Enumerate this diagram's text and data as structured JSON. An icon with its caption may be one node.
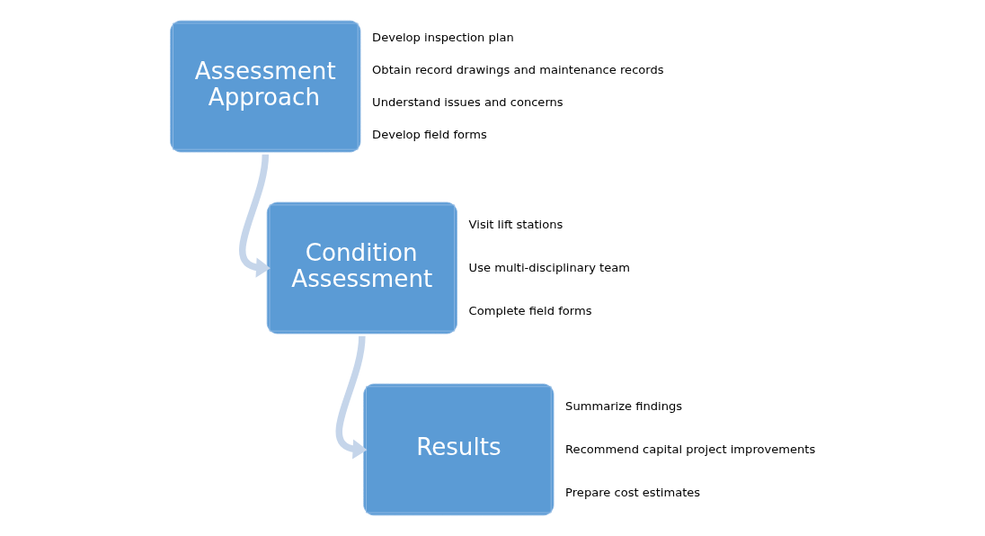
{
  "diagram": {
    "nodes": [
      {
        "text": [
          "Assessment Approach"
        ],
        "beside": [
          "Develop inspection plan",
          "Obtain record drawings and maintenance records",
          "Understand issues and concerns",
          "Develop field forms"
        ]
      },
      {
        "text": [
          "Condition Assessment"
        ],
        "beside": [
          "Visit lift stations",
          "Use multi-disciplinary team",
          "Complete field forms"
        ]
      },
      {
        "text": [
          "Results"
        ],
        "beside": [
          "Summarize findings",
          "Recommend capital project improvements",
          "Prepare cost estimates"
        ]
      }
    ],
    "edges": [
      {
        "from": 0,
        "to": 1,
        "arrow": "to"
      },
      {
        "from": 1,
        "to": 2,
        "arrow": "to"
      }
    ]
  }
}
